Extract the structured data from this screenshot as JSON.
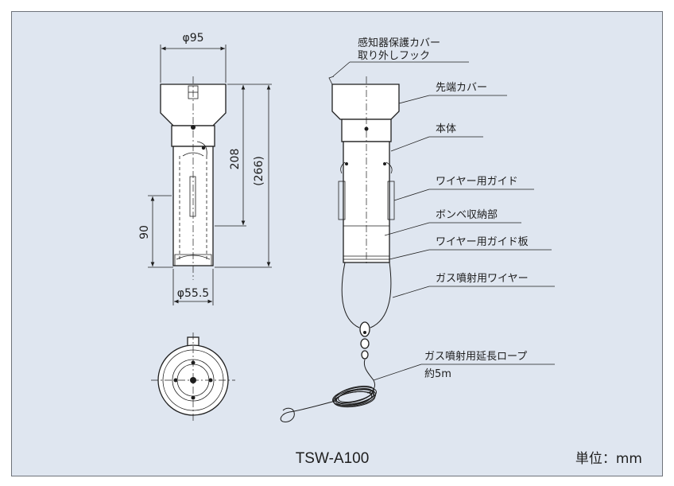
{
  "dimensions": {
    "top_diameter": "φ95",
    "bottom_diameter": "φ55.5",
    "length_208": "208",
    "length_266": "(266)",
    "length_90": "90"
  },
  "labels": {
    "hook_line1": "感知器保護カバー",
    "hook_line2": "取り外しフック",
    "tip_cover": "先端カバー",
    "body": "本体",
    "wire_guide": "ワイヤー用ガイド",
    "cylinder_storage": "ボンベ収納部",
    "wire_guide_plate": "ワイヤー用ガイド板",
    "gas_wire": "ガス噴射用ワイヤー",
    "extension_rope_line1": "ガス噴射用延長ロープ",
    "extension_rope_line2": "約5m"
  },
  "footer": {
    "model": "TSW-A100",
    "unit": "単位：mm"
  },
  "colors": {
    "background": "#dfe6f0",
    "frame_border": "#6f737a",
    "line": "#1e1e1e"
  }
}
